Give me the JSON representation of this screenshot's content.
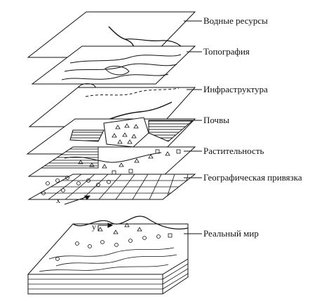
{
  "layers": [
    {
      "id": "water",
      "label": "Водные ресурсы"
    },
    {
      "id": "topo",
      "label": "Топография"
    },
    {
      "id": "infra",
      "label": "Инфраструктура"
    },
    {
      "id": "soil",
      "label": "Почвы"
    },
    {
      "id": "veg",
      "label": "Растительность"
    },
    {
      "id": "georef",
      "label": "Географическая привязка"
    },
    {
      "id": "real",
      "label": "Реальный мир"
    }
  ],
  "axes": {
    "x": "x",
    "y": "y"
  }
}
